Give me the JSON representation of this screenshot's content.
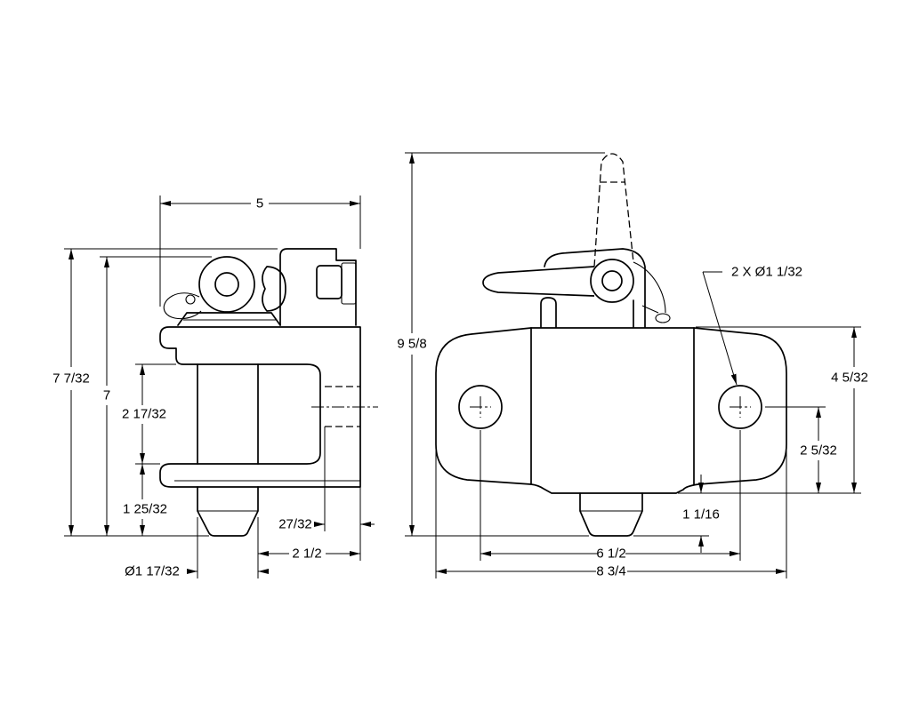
{
  "side_view": {
    "dim_width": "5",
    "dim_overall_height": "7 7/32",
    "dim_height": "7",
    "dim_opening": "2 17/32",
    "dim_pin_projection": "1 25/32",
    "dim_edge_offset": "27/32",
    "dim_pin_to_edge": "2 1/2",
    "dim_pin_diameter": "Ø1 17/32"
  },
  "front_view": {
    "dim_overall_height": "9 5/8",
    "dim_hole_callout": "2 X Ø1 1/32",
    "dim_base_height": "4 5/32",
    "dim_hole_height": "2 5/32",
    "dim_pin_projection": "1 1/16",
    "dim_hole_spacing": "6 1/2",
    "dim_base_width": "8 3/4"
  },
  "colors": {
    "line": "#000000",
    "background": "#ffffff"
  }
}
